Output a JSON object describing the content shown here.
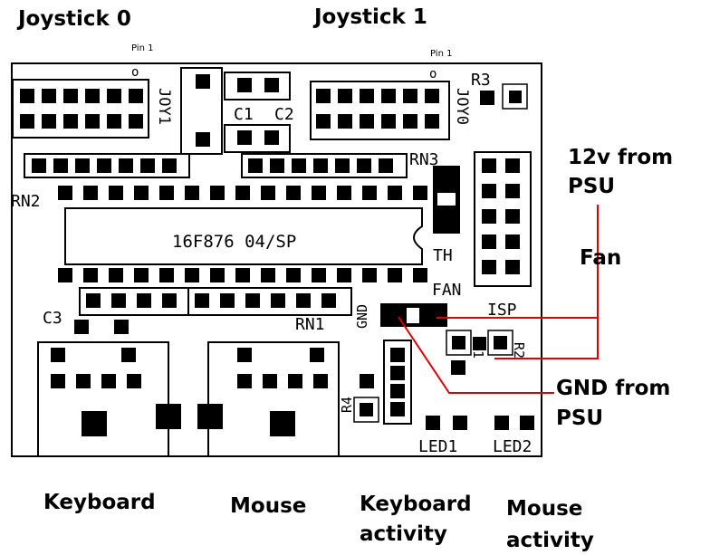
{
  "top_labels": {
    "joystick0": "Joystick 0",
    "joystick1": "Joystick 1",
    "pin1_left": "Pin 1",
    "pin1_right": "Pin 1"
  },
  "board": {
    "joy1": "JOY1",
    "joy0": "JOY0",
    "c1": "C1",
    "c2": "C2",
    "r3": "R3",
    "rn3": "RN3",
    "rn2": "RN2",
    "chip": "16F876 04/SP",
    "th": "TH",
    "fan": "FAN",
    "isp": "ISP",
    "gnd": "GND",
    "c3": "C3",
    "rn1": "RN1",
    "r1": "R1",
    "r2": "R2",
    "r4": "R4",
    "led1": "LED1",
    "led2": "LED2"
  },
  "annotations": {
    "psu_12v_line1": "12v from",
    "psu_12v_line2": "PSU",
    "fan": "Fan",
    "gnd_line1": "GND from",
    "gnd_line2": "PSU"
  },
  "bottom_labels": {
    "keyboard": "Keyboard",
    "mouse": "Mouse",
    "kb_activity_line1": "Keyboard",
    "kb_activity_line2": "activity",
    "mouse_activity_line1": "Mouse",
    "mouse_activity_line2": "activity"
  },
  "colors": {
    "wire": "#e00000",
    "ink": "#000000",
    "background": "#ffffff"
  }
}
